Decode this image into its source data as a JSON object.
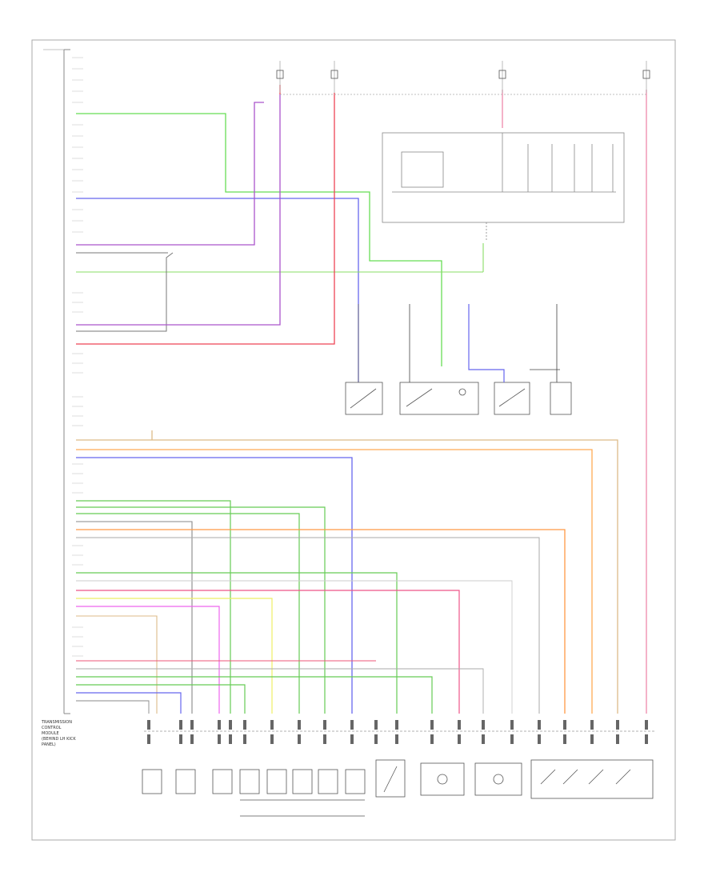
{
  "diagram": {
    "module_caption_lines": [
      "TRANSMISSION",
      "CONTROL",
      "MODULE",
      "(BEHIND LH KICK",
      "PANEL)"
    ]
  },
  "colors": {
    "background": "#ffffff",
    "frame": "#999999",
    "green": "#66dd55",
    "blue": "#6666ee",
    "purple": "#aa55cc",
    "red": "#ee4455",
    "pink": "#ee77aa",
    "orange": "#ffaa55",
    "tan": "#ddbb88",
    "yellow": "#eeee66",
    "gray": "#999999",
    "black": "#333333"
  }
}
